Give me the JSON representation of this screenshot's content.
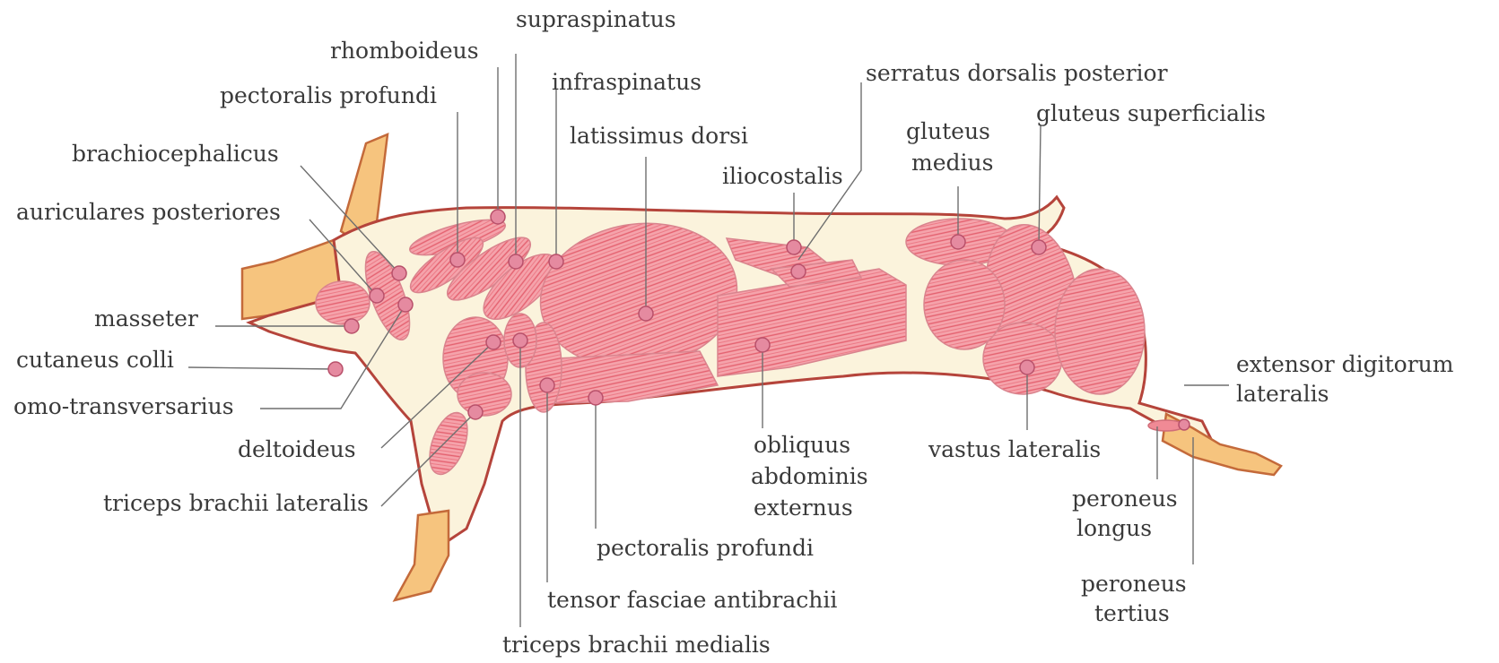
{
  "labels": {
    "supraspinatus": "supraspinatus",
    "rhomboideus": "rhomboideus",
    "pectoralis_profundi_top": "pectoralis profundi",
    "infraspinatus": "infraspinatus",
    "latissimus_dorsi": "latissimus dorsi",
    "serratus_dorsalis_posterior": "serratus dorsalis posterior",
    "gluteus_superficialis": "gluteus superficialis",
    "gluteus_medius_1": "gluteus",
    "gluteus_medius_2": "medius",
    "iliocostalis": "iliocostalis",
    "brachiocephalicus": "brachiocephalicus",
    "auriculares_posteriores": "auriculares posteriores",
    "masseter": "masseter",
    "cutaneus_colli": "cutaneus colli",
    "omo_transversarius": "omo-transversarius",
    "deltoideus": "deltoideus",
    "triceps_brachii_lateralis": "triceps brachii lateralis",
    "obliquus_1": "obliquus",
    "obliquus_2": "abdominis",
    "obliquus_3": "externus",
    "vastus_lateralis": "vastus lateralis",
    "extensor_1": "extensor digitorum",
    "extensor_2": "lateralis",
    "peroneus_longus_1": "peroneus",
    "peroneus_longus_2": "longus",
    "pectoralis_profundi_bottom": "pectoralis profundi",
    "peroneus_tertius_1": "peroneus",
    "peroneus_tertius_2": "tertius",
    "tensor_fasciae_antibrachii": "tensor fasciae antibrachii",
    "triceps_brachii_medialis": "triceps brachii medialis"
  },
  "colors": {
    "muscle": "#f08a95",
    "skin": "#fbf3dc",
    "hoof": "#f6c47e",
    "outline": "#b5443b",
    "leader": "#6f6f6f",
    "text": "#3a3a3a"
  }
}
